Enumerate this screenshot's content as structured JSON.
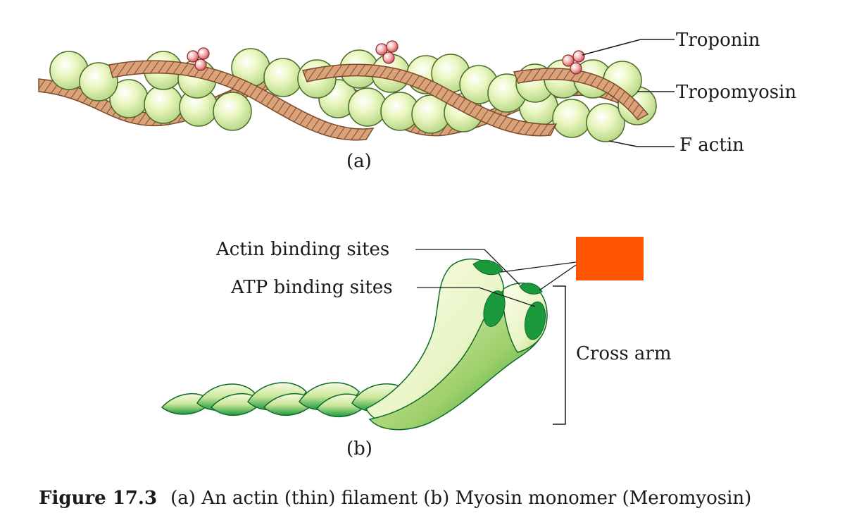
{
  "panel_a": {
    "label": "(a)",
    "labels": {
      "troponin": "Troponin",
      "tropomyosin": "Tropomyosin",
      "f_actin": "F actin"
    }
  },
  "panel_b": {
    "label": "(b)",
    "labels": {
      "actin_binding_sites": "Actin binding sites",
      "atp_binding_sites": "ATP binding sites",
      "cross_arm": "Cross arm"
    },
    "highlight_color": "#ff5500"
  },
  "caption": {
    "number": "Figure 17.3",
    "text": "(a) An actin (thin) filament (b) Myosin monomer (Meromyosin)"
  },
  "colors": {
    "actin_bead": "#e3f4b0",
    "tropomyosin": "#d9a37a",
    "troponin": "#f2a6a6",
    "myosin_green": "#1a9a3c",
    "myosin_light": "#eef8d0"
  }
}
